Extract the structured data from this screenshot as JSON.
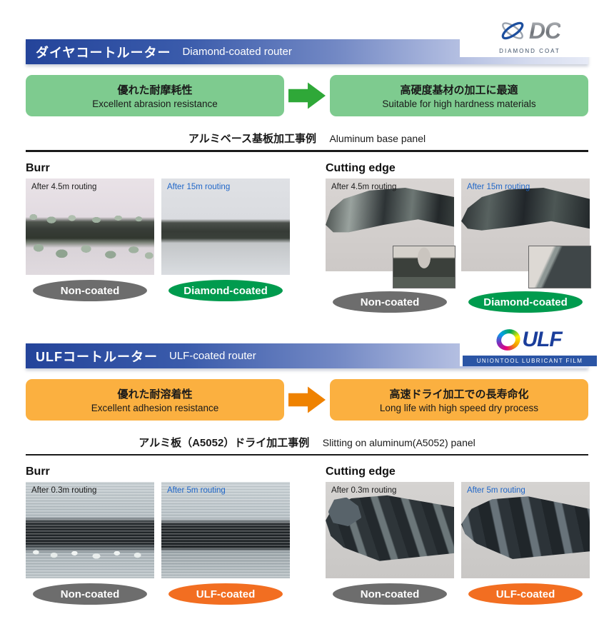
{
  "dc": {
    "header": {
      "jp": "ダイヤコートルーター",
      "en": "Diamond-coated router"
    },
    "logo": {
      "name": "DC",
      "caption": "DIAMOND COAT"
    },
    "benefit_left": {
      "jp": "優れた耐摩耗性",
      "en": "Excellent abrasion resistance"
    },
    "benefit_right": {
      "jp": "高硬度基材の加工に最適",
      "en": "Suitable for high hardness materials"
    },
    "example": {
      "jp": "アルミベース基板加工事例",
      "en": "Aluminum base panel"
    },
    "burr": {
      "heading": "Burr",
      "before": {
        "caption": "After 4.5m routing",
        "label": "Non-coated"
      },
      "after": {
        "caption": "After 15m routing",
        "label": "Diamond-coated"
      }
    },
    "cutting": {
      "heading": "Cutting edge",
      "before": {
        "caption": "After 4.5m routing",
        "label": "Non-coated"
      },
      "after": {
        "caption": "After 15m routing",
        "label": "Diamond-coated"
      }
    }
  },
  "ulf": {
    "header": {
      "jp": "ULFコートルーター",
      "en": "ULF-coated router"
    },
    "logo": {
      "name": "ULF",
      "caption": "UNIONTOOL LUBRICANT FILM"
    },
    "benefit_left": {
      "jp": "優れた耐溶着性",
      "en": "Excellent adhesion resistance"
    },
    "benefit_right": {
      "jp": "高速ドライ加工での長寿命化",
      "en": "Long life with high speed dry process"
    },
    "example": {
      "jp": "アルミ板（A5052）ドライ加工事例",
      "en": "Slitting on aluminum(A5052) panel"
    },
    "burr": {
      "heading": "Burr",
      "before": {
        "caption": "After 0.3m routing",
        "label": "Non-coated"
      },
      "after": {
        "caption": "After 5m routing",
        "label": "ULF-coated"
      }
    },
    "cutting": {
      "heading": "Cutting edge",
      "before": {
        "caption": "After 0.3m routing",
        "label": "Non-coated"
      },
      "after": {
        "caption": "After 5m routing",
        "label": "ULF-coated"
      }
    }
  },
  "colors": {
    "header_bar_blue": "#24449a",
    "green_box": "#7ecb8f",
    "green_arrow": "#2fa838",
    "green_label": "#009b4e",
    "orange_box": "#fbb040",
    "orange_arrow": "#ef8200",
    "orange_label": "#f26e21",
    "gray_label": "#6d6d6d",
    "caption_blue": "#1f66c8"
  }
}
